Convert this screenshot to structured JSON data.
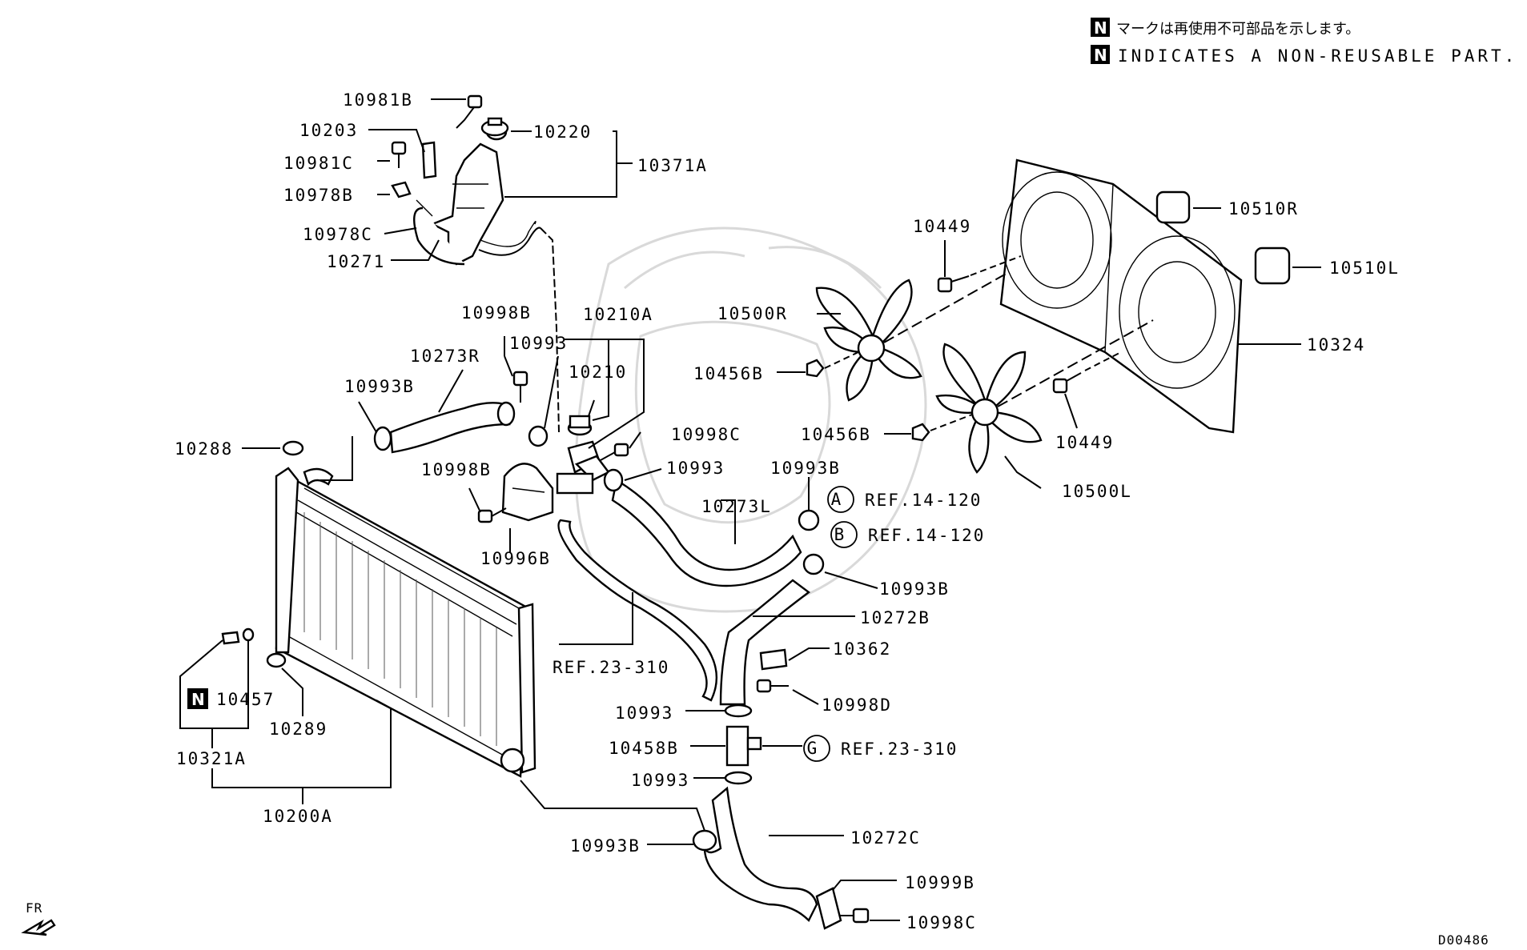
{
  "legend": {
    "badge": "N",
    "jp": "マークは再使用不可部品を示します。",
    "en": "INDICATES A NON-REUSABLE PART."
  },
  "parts": {
    "p10981B": "10981B",
    "p10203": "10203",
    "p10220": "10220",
    "p10371A": "10371A",
    "p10981C": "10981C",
    "p10978B": "10978B",
    "p10978C": "10978C",
    "p10271": "10271",
    "p10998B_a": "10998B",
    "p10210A": "10210A",
    "p10993_a": "10993",
    "p10210": "10210",
    "p10273R": "10273R",
    "p10993B_a": "10993B",
    "p10288": "10288",
    "p10998B_b": "10998B",
    "p10996B": "10996B",
    "p10998C_a": "10998C",
    "p10993_b": "10993",
    "p10993B_b": "10993B",
    "p10273L": "10273L",
    "p10993B_c": "10993B",
    "p10272B": "10272B",
    "p10362": "10362",
    "p10998D": "10998D",
    "p10993_c": "10993",
    "p10458B": "10458B",
    "p10993_d": "10993",
    "p10993B_d": "10993B",
    "p10272C": "10272C",
    "p10999B": "10999B",
    "p10998C_b": "10998C",
    "p10457": "10457",
    "p10289": "10289",
    "p10321A": "10321A",
    "p10200A": "10200A",
    "p10449_a": "10449",
    "p10510R": "10510R",
    "p10510L": "10510L",
    "p10500R": "10500R",
    "p10456B_a": "10456B",
    "p10324": "10324",
    "p10456B_b": "10456B",
    "p10449_b": "10449",
    "p10500L": "10500L"
  },
  "refs": {
    "refA": {
      "circle": "A",
      "text": "REF.14-120"
    },
    "refB": {
      "circle": "B",
      "text": "REF.14-120"
    },
    "refG": {
      "circle": "G",
      "text": "REF.23-310"
    },
    "ref23": "REF.23-310"
  },
  "badge_10457": "N",
  "fr_label": "FR",
  "diagram_code": "D00486"
}
